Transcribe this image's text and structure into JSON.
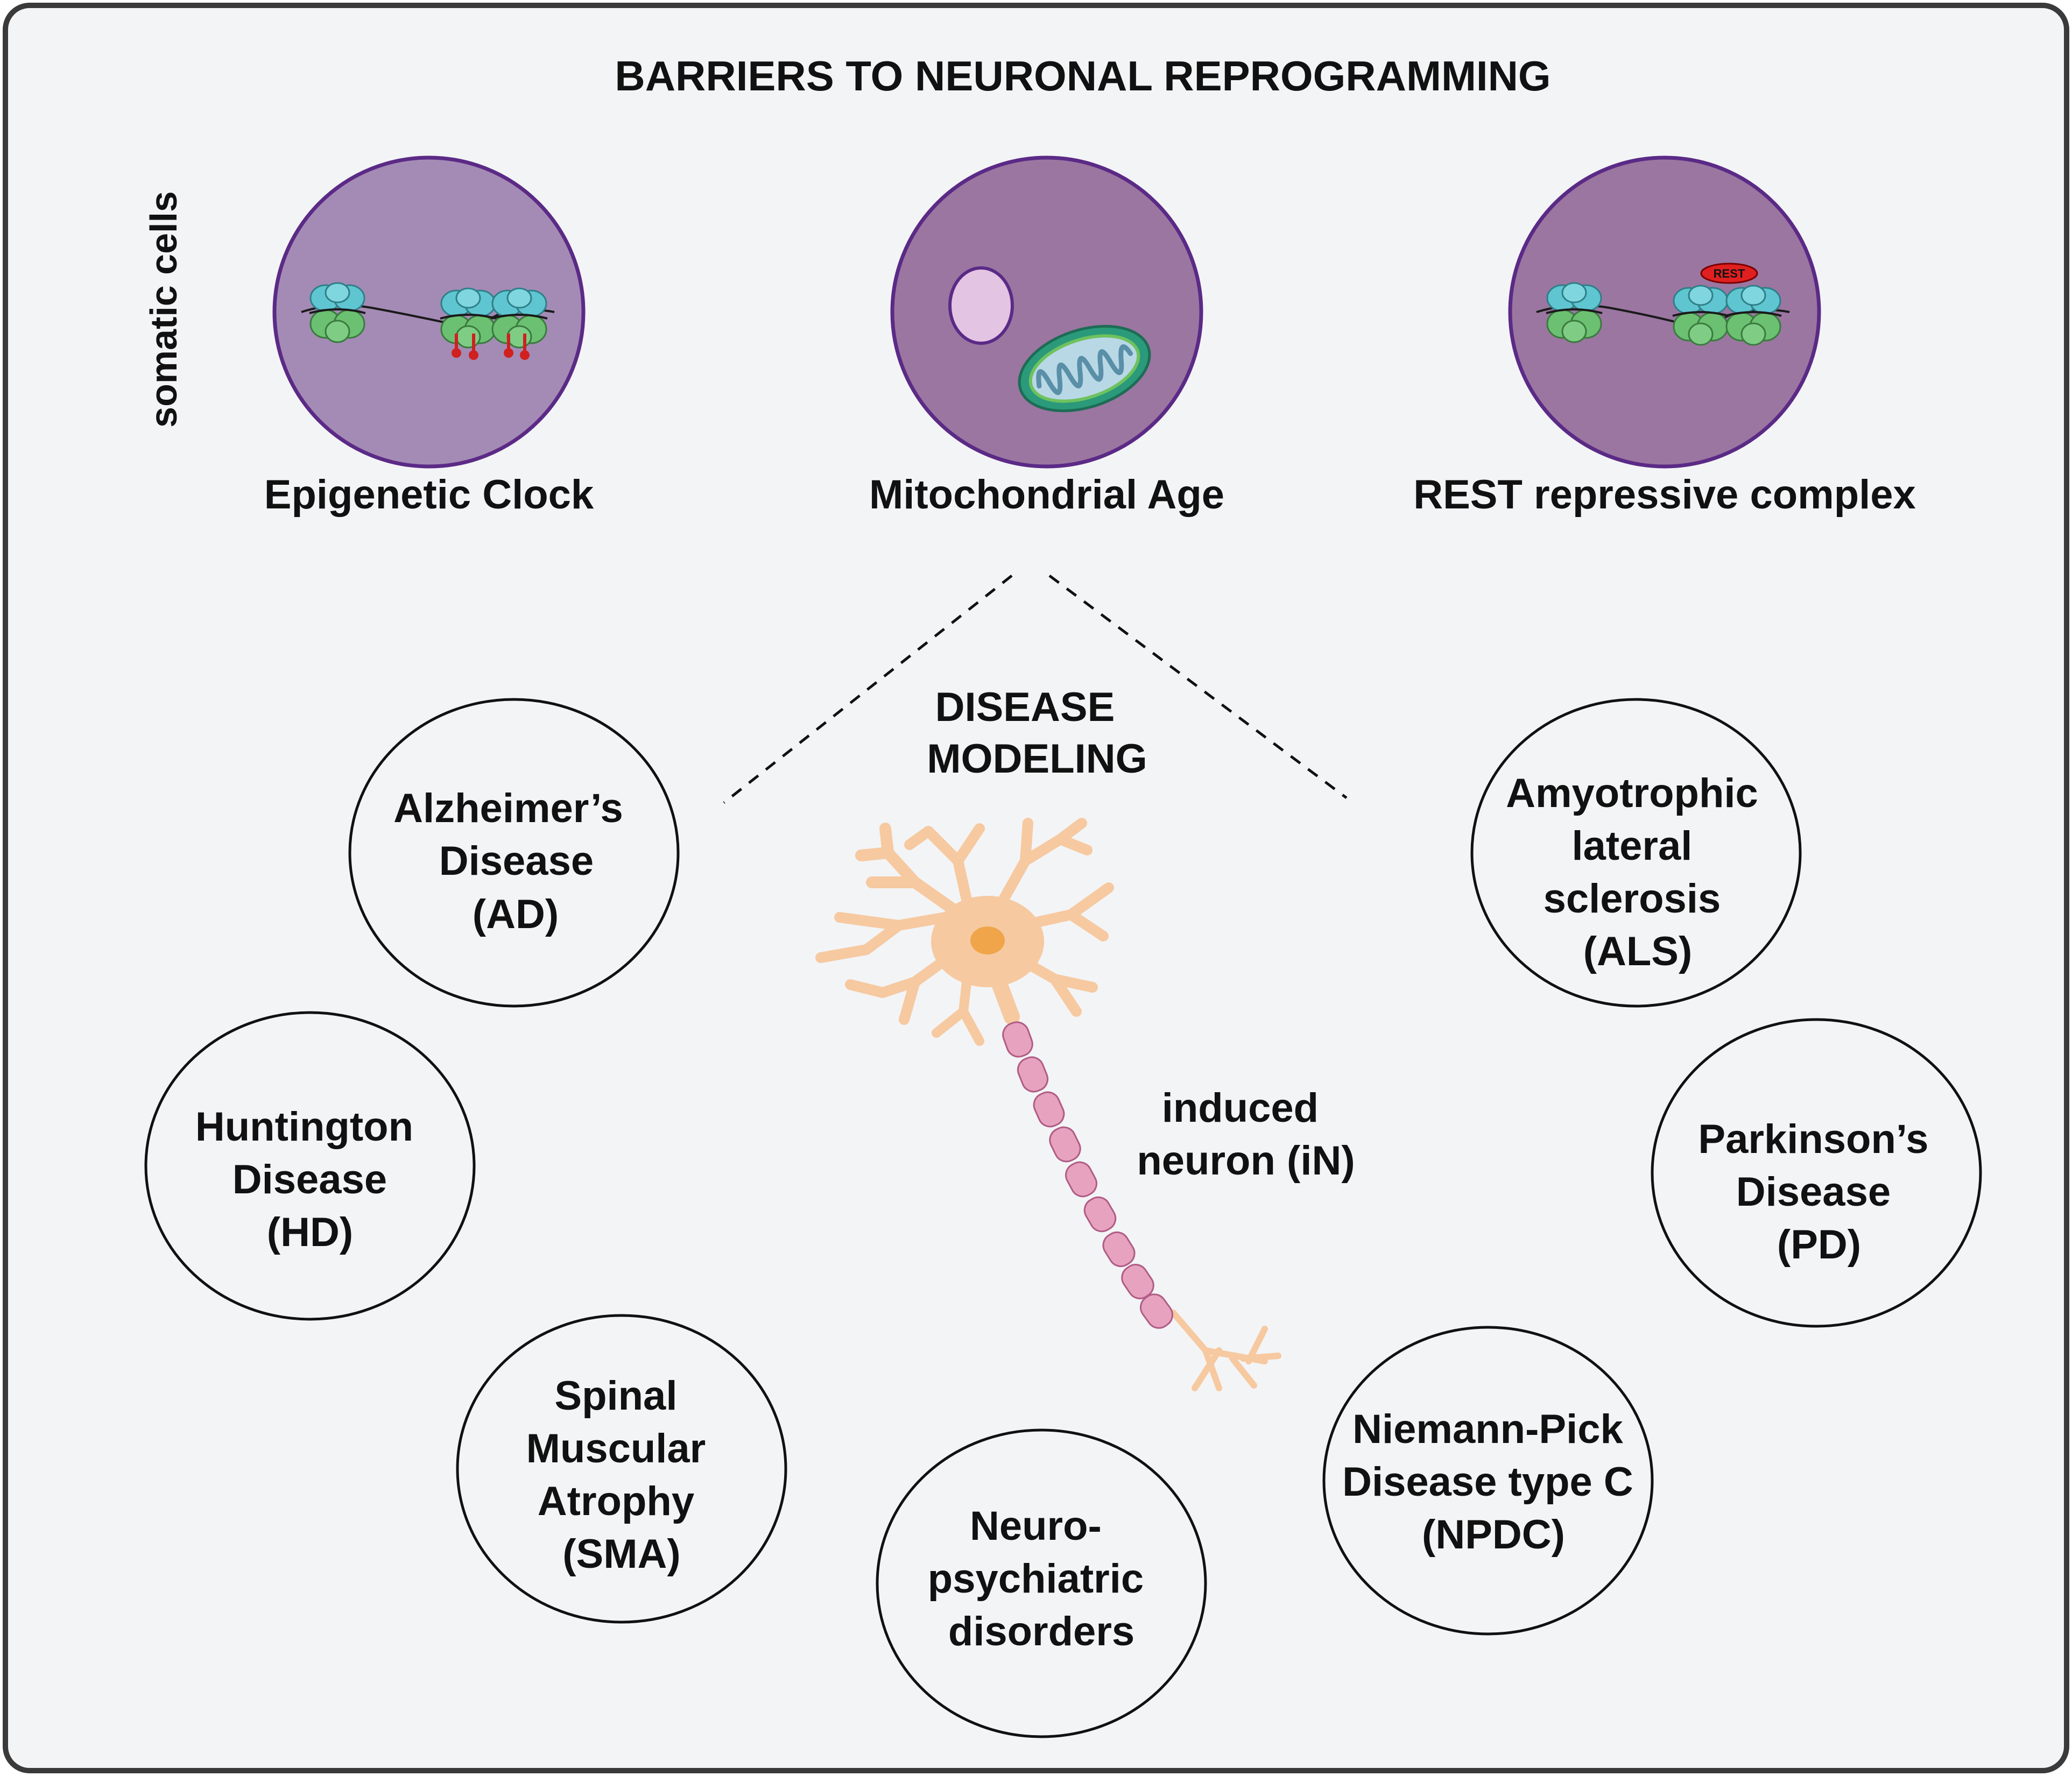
{
  "title": "BARRIERS TO NEURONAL REPROGRAMMING",
  "side_label": "somatic cells",
  "barriers": [
    {
      "label": "Epigenetic Clock"
    },
    {
      "label": "Mitochondrial Age"
    },
    {
      "label": "REST repressive complex",
      "tag": "REST"
    }
  ],
  "disease_modeling": [
    "DISEASE",
    "MODELING"
  ],
  "neuron_label": [
    "induced",
    "neuron (iN)"
  ],
  "diseases": {
    "ad": [
      "Alzheimer’s",
      "Disease",
      "(AD)"
    ],
    "hd": [
      "Huntington",
      "Disease",
      "(HD)"
    ],
    "sma": [
      "Spinal",
      "Muscular",
      "Atrophy",
      "(SMA)"
    ],
    "neuro": [
      "Neuro-",
      "psychiatric",
      "disorders"
    ],
    "npdc": [
      "Niemann-Pick",
      "Disease type C",
      "(NPDC)"
    ],
    "pd": [
      "Parkinson’s",
      "Disease",
      "(PD)"
    ],
    "als": [
      "Amyotrophic",
      "lateral",
      "sclerosis",
      "(ALS)"
    ]
  },
  "colors": {
    "background": "#f3f4f6",
    "frame": "#3a3a3a",
    "cell_fill_1": "#a48bb5",
    "cell_fill_2": "#9b76a1",
    "cell_stroke": "#5b2a86",
    "histone_top": "#5fc6d1",
    "histone_bottom": "#6cc072",
    "rest_tag": "#e02020",
    "mito_outer": "#2a9a7a",
    "mito_inner": "#b9d8e6",
    "neuron_body": "#f6c9a0",
    "neuron_nucleus": "#f0a54a",
    "myelin": "#e7a2bf",
    "myelin_stroke": "#b05c85"
  }
}
